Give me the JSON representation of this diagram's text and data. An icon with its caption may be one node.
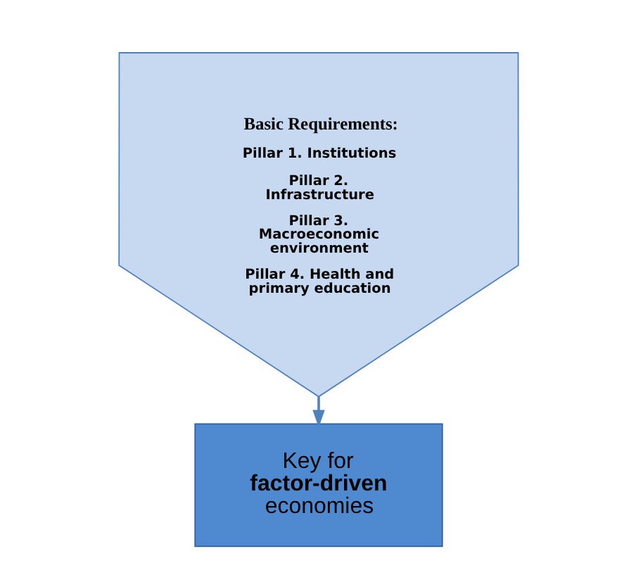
{
  "diagram": {
    "nodes": [
      {
        "text": [
          "Basic Requirements:",
          "Pillar 1. Institutions",
          "Pillar 2. Infrastructure",
          "Pillar 3. Macroeconomic environment",
          "Pillar 4. Health and primary education"
        ]
      },
      {
        "text": [
          "Key for **factor-driven** economies"
        ]
      }
    ],
    "edges": [
      {
        "from": 0,
        "to": 1,
        "arrow": "to"
      }
    ]
  }
}
